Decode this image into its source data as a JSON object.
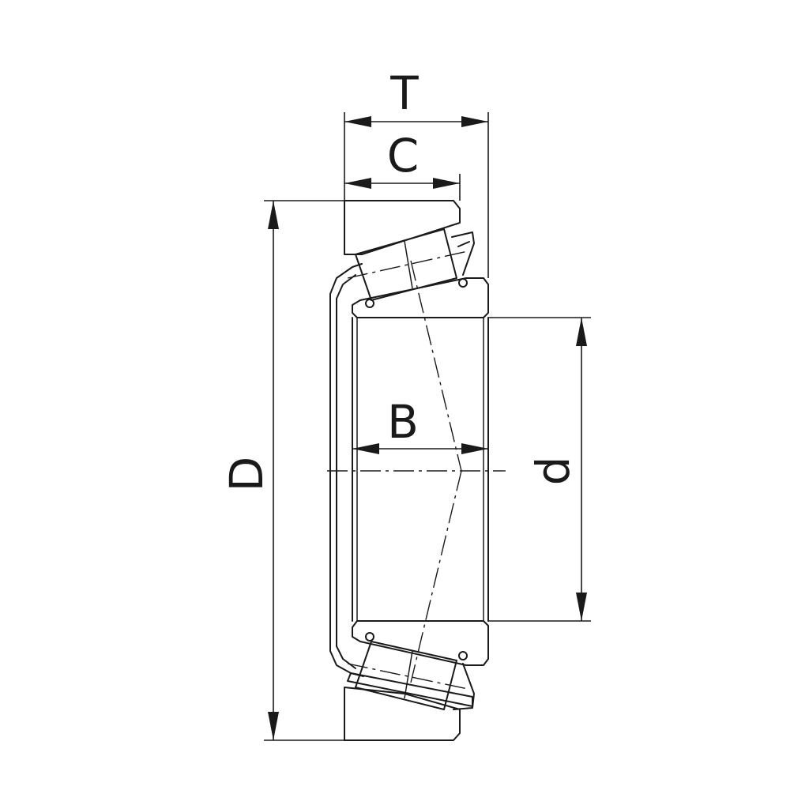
{
  "diagram": {
    "labels": {
      "T": "T",
      "C": "C",
      "D": "D",
      "B": "B",
      "d": "d"
    },
    "colors": {
      "line": "#1a1a1a",
      "background": "#ffffff"
    }
  }
}
